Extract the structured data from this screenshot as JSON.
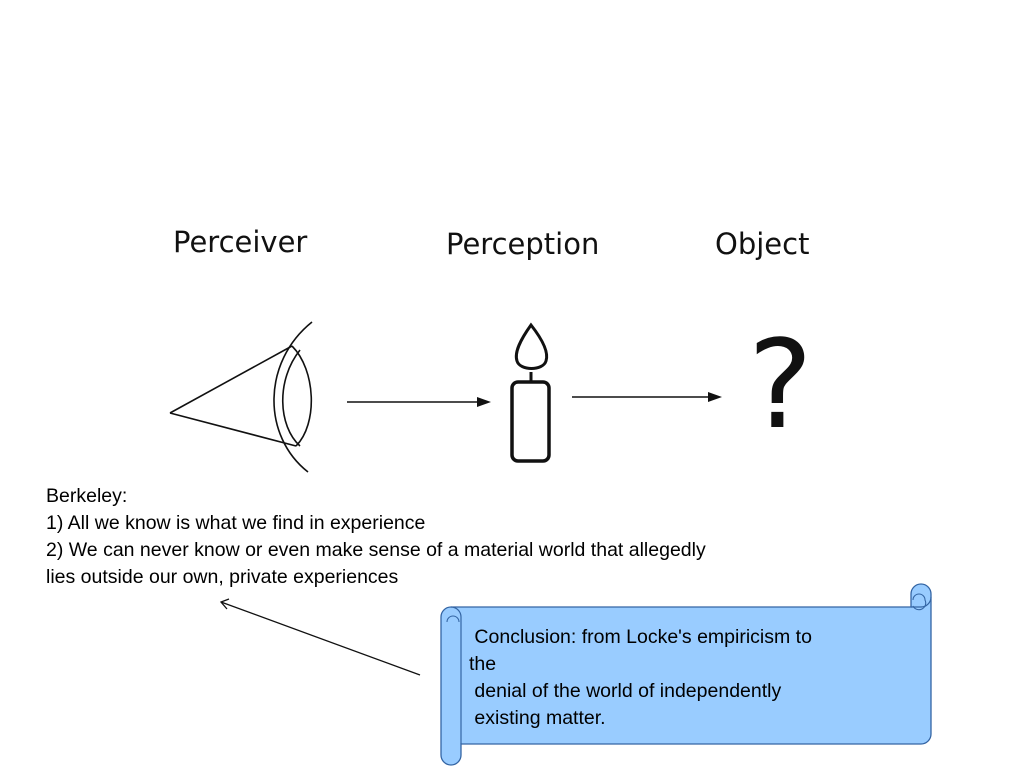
{
  "headers": {
    "perceiver": "Perceiver",
    "perception": "Perception",
    "object": "Object"
  },
  "object_symbol": "?",
  "icons": {
    "perceiver": "eye-icon",
    "perception": "candle-icon",
    "object": "question-mark-icon"
  },
  "notes": {
    "title": "Berkeley:",
    "point1": "1) All we know is what we find in experience",
    "point2_line1": "2) We can never know or even make sense of a material world that allegedly",
    "point2_line2": "lies outside our own, private experiences"
  },
  "callout": {
    "line1": " Conclusion: from Locke's empiricism to",
    "line2": "the",
    "line3": " denial of the world of independently",
    "line4": " existing matter."
  },
  "colors": {
    "scroll_fill": "#99ccff",
    "scroll_stroke": "#3465a4",
    "ink": "#111111"
  }
}
